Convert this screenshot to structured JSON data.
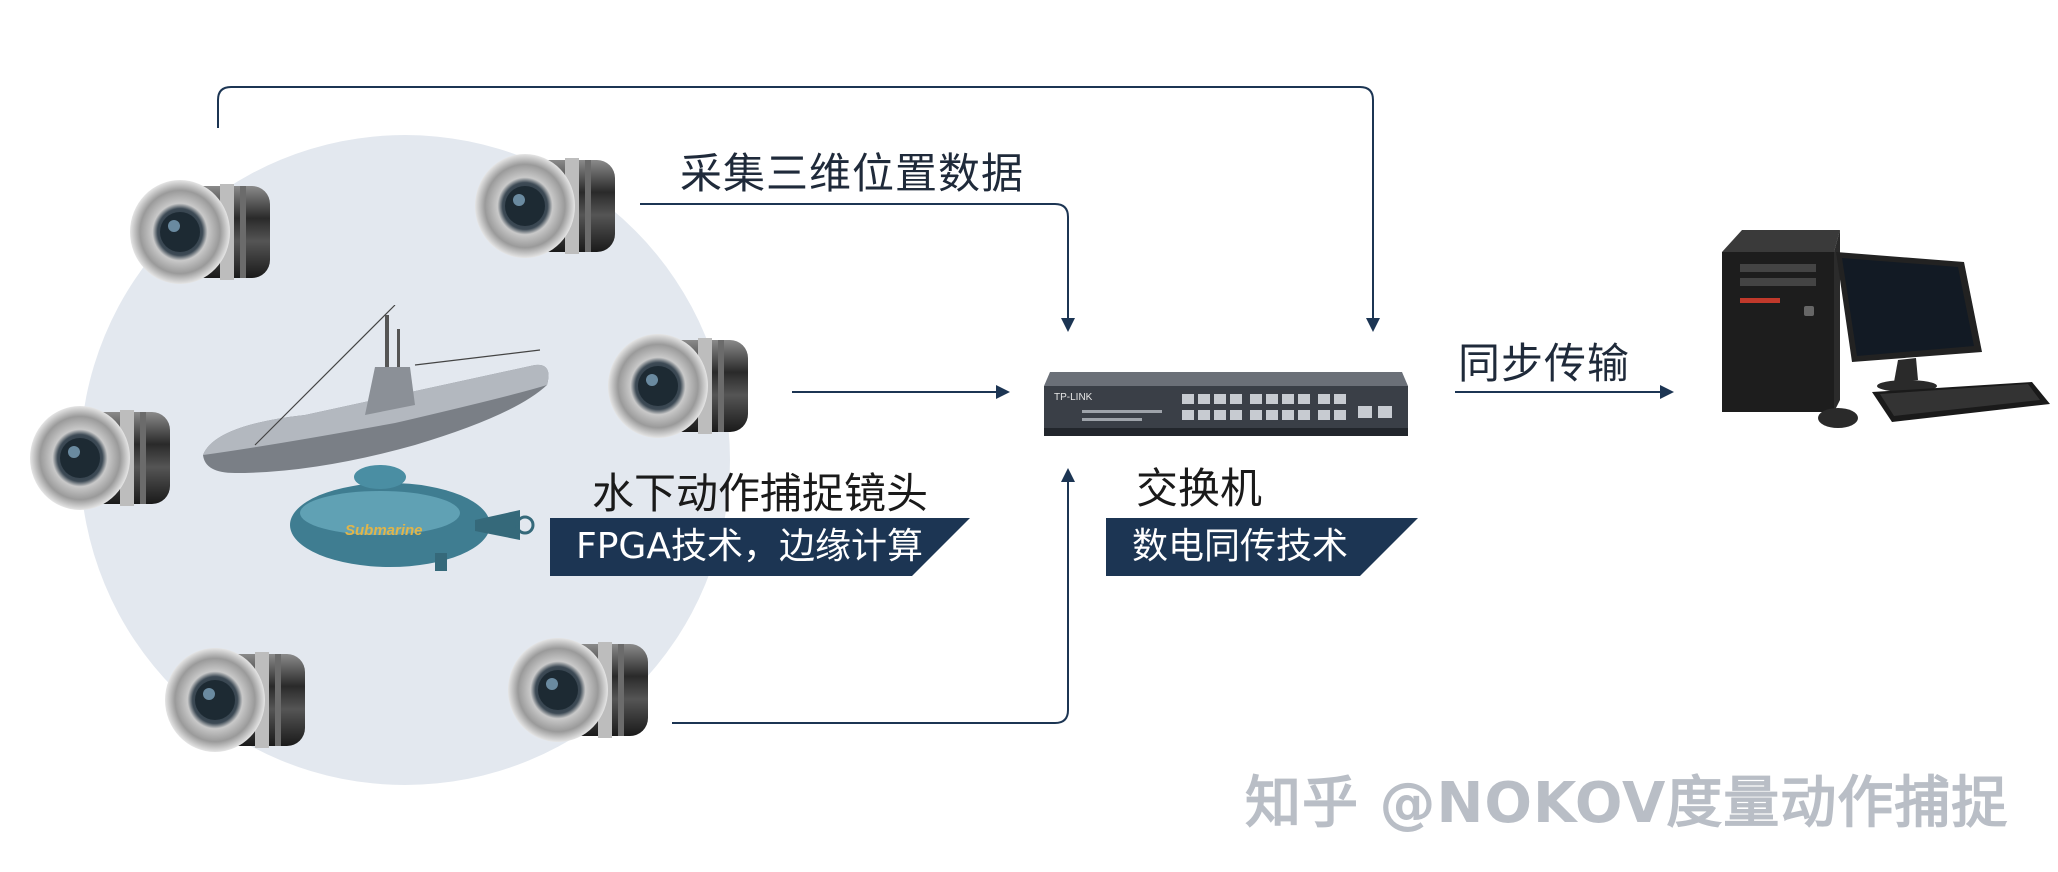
{
  "labels": {
    "collect": "采集三维位置数据",
    "sync": "同步传输",
    "camera": "水下动作捕捉镜头",
    "switch": "交换机"
  },
  "tags": {
    "camera_tech": "FPGA技术，边缘计算",
    "switch_tech": "数电同传技术"
  },
  "switch_brand": "TP-LINK",
  "sub_brand": "Submarine",
  "watermark": "知乎 @NOKOV度量动作捕捉",
  "colors": {
    "wire": "#1c3553",
    "tag_bg": "#1c3553",
    "halo": "#e3e8ef"
  }
}
